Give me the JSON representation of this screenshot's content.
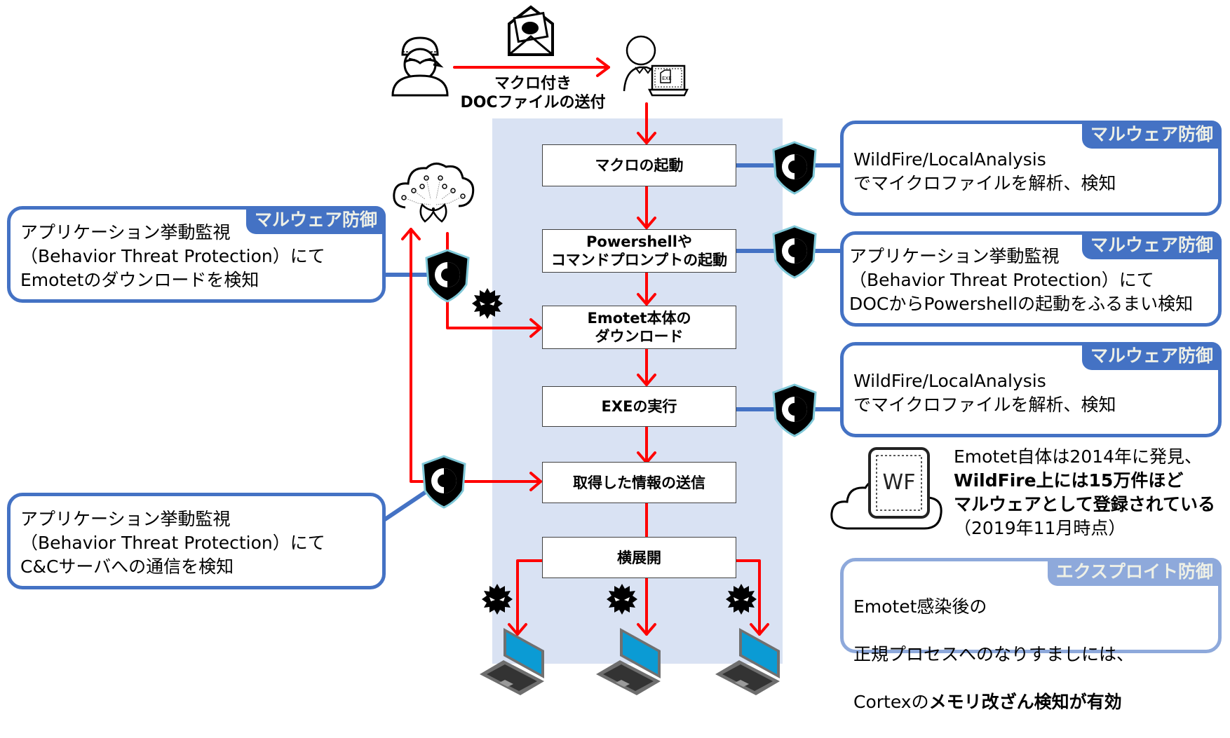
{
  "attack": {
    "send_label": "マクロ付き\nDOCファイルの送付"
  },
  "flow_steps": [
    {
      "id": "macro",
      "label": "マクロの起動"
    },
    {
      "id": "powershell",
      "label": "Powershellや\nコマンドプロンプトの起動"
    },
    {
      "id": "download",
      "label": "Emotet本体の\nダウンロード"
    },
    {
      "id": "exe",
      "label": "EXEの実行"
    },
    {
      "id": "exfil",
      "label": "取得した情報の送信"
    },
    {
      "id": "lateral",
      "label": "横展開"
    }
  ],
  "callouts": {
    "right_1": {
      "badge": "マルウェア防御",
      "text": "WildFire/LocalAnalysis\nでマイクロファイルを解析、検知"
    },
    "right_2": {
      "badge": "マルウェア防御",
      "text": "アプリケーション挙動監視\n（Behavior Threat Protection）にて\nDOCからPowershellの起動をふるまい検知"
    },
    "right_3": {
      "badge": "マルウェア防御",
      "text": "WildFire/LocalAnalysis\nでマイクロファイルを解析、検知"
    },
    "left_1": {
      "badge": "マルウェア防御",
      "text": "アプリケーション挙動監視\n（Behavior Threat Protection）にて\nEmotetのダウンロードを検知"
    },
    "left_2": {
      "text": "アプリケーション挙動監視\n（Behavior Threat Protection）にて\nC&Cサーバへの通信を検知"
    },
    "exploit": {
      "badge": "エクスプロイト防御",
      "line1": "Emotet感染後の",
      "line2": "正規プロセスへのなりすましには、",
      "line3_plain": "Cortexの",
      "line3_bold": "メモリ改ざん検知が有効"
    }
  },
  "wildfire_note": {
    "icon_label": "WF",
    "line1": "Emotet自体は2014年に発見、",
    "line2_bold": "WildFire上には15万件ほど",
    "line3_bold": "マルウェアとして登録されている",
    "line4": "（2019年11月時点）"
  },
  "icons": {
    "attacker": "attacker-icon",
    "mail": "malicious-mail-icon",
    "victim": "victim-user-laptop-icon",
    "c2": "cloud-biohazard-icon",
    "shield": "cortex-shield-icon",
    "malware": "malware-virus-icon",
    "laptop": "laptop-icon",
    "wildfire_cloud": "wildfire-cloud-icon",
    "exe_label": "EXE"
  },
  "colors": {
    "flow_arrow": "#FF0000",
    "connector": "#4472C4",
    "badge_malware": "#4472C4",
    "badge_exploit": "#8EA9DB",
    "zone_bg": "#D9E2F3"
  }
}
